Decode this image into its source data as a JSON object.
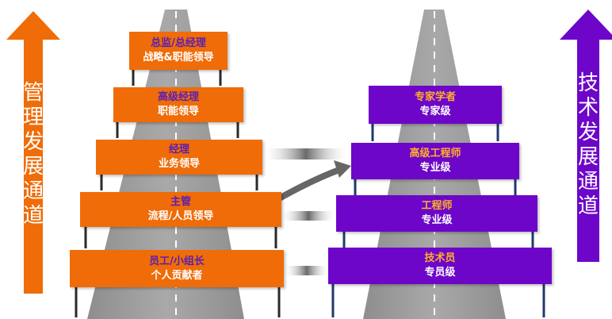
{
  "colors": {
    "management": "#ef6c08",
    "technical": "#6d06c9",
    "mgmt_title_text": "#5a1eb4",
    "tech_title_text": "#ffb02a",
    "road": "#9c9c9c",
    "post": "#2a2a2a"
  },
  "management": {
    "label": "管理发展通道",
    "levels": [
      {
        "title": "总监/总经理",
        "subtitle": "战略&职能领导"
      },
      {
        "title": "高级经理",
        "subtitle": "职能领导"
      },
      {
        "title": "经理",
        "subtitle": "业务领导"
      },
      {
        "title": "主管",
        "subtitle": "流程/人员领导"
      },
      {
        "title": "员工/小组长",
        "subtitle": "个人贡献者"
      }
    ]
  },
  "technical": {
    "label": "技术发展通道",
    "levels": [
      {
        "title": "专家学者",
        "subtitle": "专家级"
      },
      {
        "title": "高级工程师",
        "subtitle": "专业级"
      },
      {
        "title": "工程师",
        "subtitle": "专业级"
      },
      {
        "title": "技术员",
        "subtitle": "专员级"
      }
    ]
  },
  "transitions": [
    {
      "from": "主管",
      "to": "高级工程师",
      "kind": "promotion-arrow"
    },
    {
      "between": [
        "经理",
        "高级工程师"
      ],
      "kind": "lateral-link"
    },
    {
      "between": [
        "主管",
        "工程师"
      ],
      "kind": "lateral-link"
    },
    {
      "between": [
        "员工/小组长",
        "技术员"
      ],
      "kind": "lateral-link"
    }
  ]
}
